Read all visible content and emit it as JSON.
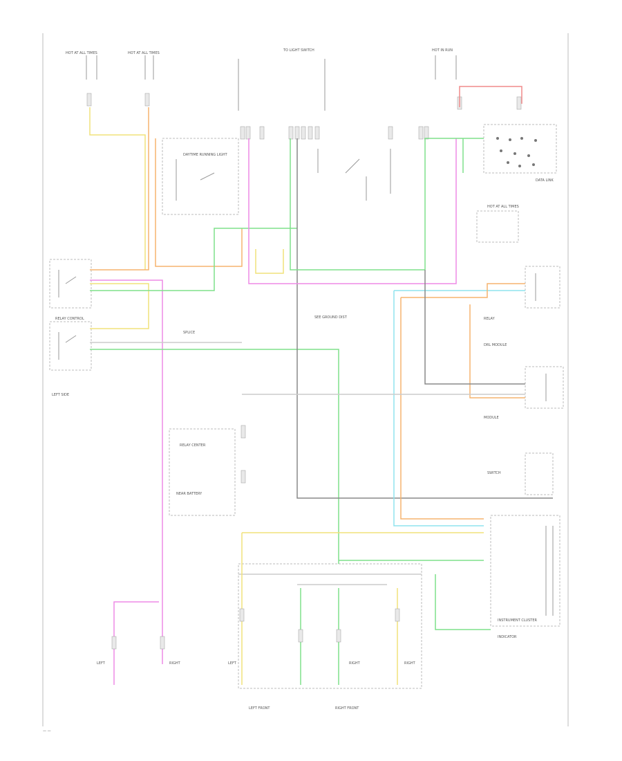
{
  "diagram": {
    "page_code": "— —",
    "sections": {
      "fuse_left_a": {
        "label": "HOT AT ALL TIMES"
      },
      "fuse_left_b": {
        "label": "HOT AT ALL TIMES"
      },
      "fuse_top_center": {
        "label": "TO LIGHT SWITCH"
      },
      "fuse_top_right": {
        "label": "HOT IN RUN"
      },
      "data_link": {
        "label": "DATA LINK"
      },
      "hot_right": {
        "label": "HOT AT ALL TIMES"
      },
      "relay_left": {
        "label": "RELAY CONTROL"
      },
      "relay_left_note": {
        "label": "LEFT SIDE"
      },
      "splice_note": {
        "label": "SPLICE"
      },
      "mid_note": {
        "label": "SEE GROUND DIST"
      },
      "center_block": {
        "label": "DAYTIME RUNNING LIGHT"
      },
      "right_relay_a": {
        "label": "RELAY"
      },
      "right_relay_b": {
        "label": "DRL MODULE"
      },
      "right_module": {
        "label": "MODULE"
      },
      "right_switch": {
        "label": "SWITCH"
      },
      "lower_left_box": {
        "label": "RELAY CENTER"
      },
      "lower_left_note": {
        "label": "NEAR BATTERY"
      },
      "cluster_a": {
        "label": "INSTRUMENT CLUSTER"
      },
      "cluster_b": {
        "label": "INDICATOR"
      },
      "lamp_left_outer": {
        "label": "LEFT"
      },
      "lamp_left_inner": {
        "label": "RIGHT"
      },
      "lamp_center_left": {
        "label": "LEFT"
      },
      "lamp_center_right": {
        "label": "RIGHT"
      },
      "lamp_right": {
        "label": "RIGHT"
      },
      "bottom_caption_left": {
        "label": "LEFT FRONT"
      },
      "bottom_caption_right": {
        "label": "RIGHT FRONT"
      }
    },
    "wire_colors": {
      "black": "#888888",
      "orange": "#f5b46e",
      "yellow": "#f1e27a",
      "pink": "#ee8ae6",
      "green": "#7ee08a",
      "cyan": "#8fe4ee",
      "red": "#f08a8a"
    }
  }
}
